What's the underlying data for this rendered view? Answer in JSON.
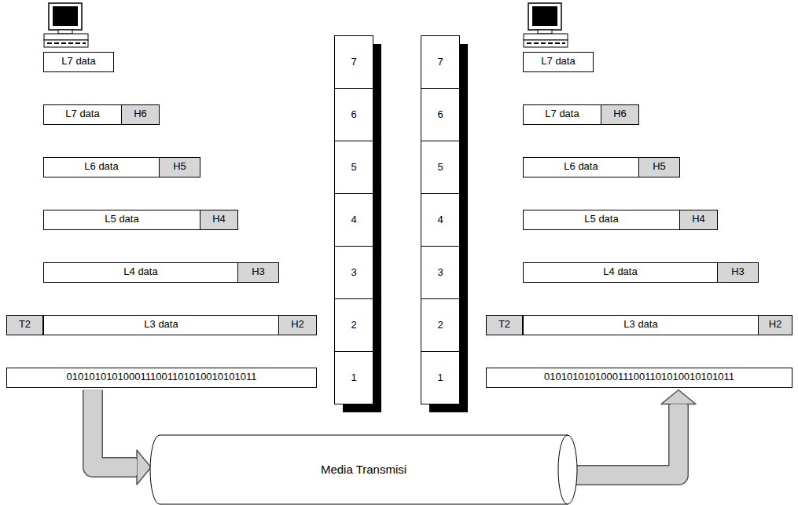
{
  "diagram": {
    "nodes": [
      {
        "text": [
          "L7 data"
        ]
      },
      {
        "text": [
          "L7 data"
        ]
      },
      {
        "text": [
          "H6"
        ]
      },
      {
        "text": [
          "L6 data"
        ]
      },
      {
        "text": [
          "H5"
        ]
      },
      {
        "text": [
          "L5 data"
        ]
      },
      {
        "text": [
          "H4"
        ]
      },
      {
        "text": [
          "L4 data"
        ]
      },
      {
        "text": [
          "H3"
        ]
      },
      {
        "text": [
          "T2"
        ]
      },
      {
        "text": [
          "L3 data"
        ]
      },
      {
        "text": [
          "H2"
        ]
      },
      {
        "text": [
          "0101010101000111001101010010101011"
        ]
      },
      {
        "text": [
          "7"
        ]
      },
      {
        "text": [
          "6"
        ]
      },
      {
        "text": [
          "5"
        ]
      },
      {
        "text": [
          "4"
        ]
      },
      {
        "text": [
          "3"
        ]
      },
      {
        "text": [
          "2"
        ]
      },
      {
        "text": [
          "1"
        ]
      },
      {
        "text": [
          "7"
        ]
      },
      {
        "text": [
          "6"
        ]
      },
      {
        "text": [
          "5"
        ]
      },
      {
        "text": [
          "4"
        ]
      },
      {
        "text": [
          "3"
        ]
      },
      {
        "text": [
          "2"
        ]
      },
      {
        "text": [
          "1"
        ]
      },
      {
        "text": [
          "L7 data"
        ]
      },
      {
        "text": [
          "L7 data"
        ]
      },
      {
        "text": [
          "H6"
        ]
      },
      {
        "text": [
          "L6 data"
        ]
      },
      {
        "text": [
          "H5"
        ]
      },
      {
        "text": [
          "L5 data"
        ]
      },
      {
        "text": [
          "H4"
        ]
      },
      {
        "text": [
          "L4 data"
        ]
      },
      {
        "text": [
          "H3"
        ]
      },
      {
        "text": [
          "T2"
        ]
      },
      {
        "text": [
          "L3 data"
        ]
      },
      {
        "text": [
          "H2"
        ]
      },
      {
        "text": [
          "0101010101000111001101010010101011"
        ]
      },
      {
        "text": [
          "Media Transmisi"
        ]
      }
    ],
    "edges": [
      {
        "from": 12,
        "to": 40,
        "arrow": "to"
      },
      {
        "from": 40,
        "to": 39,
        "arrow": "to"
      }
    ]
  }
}
